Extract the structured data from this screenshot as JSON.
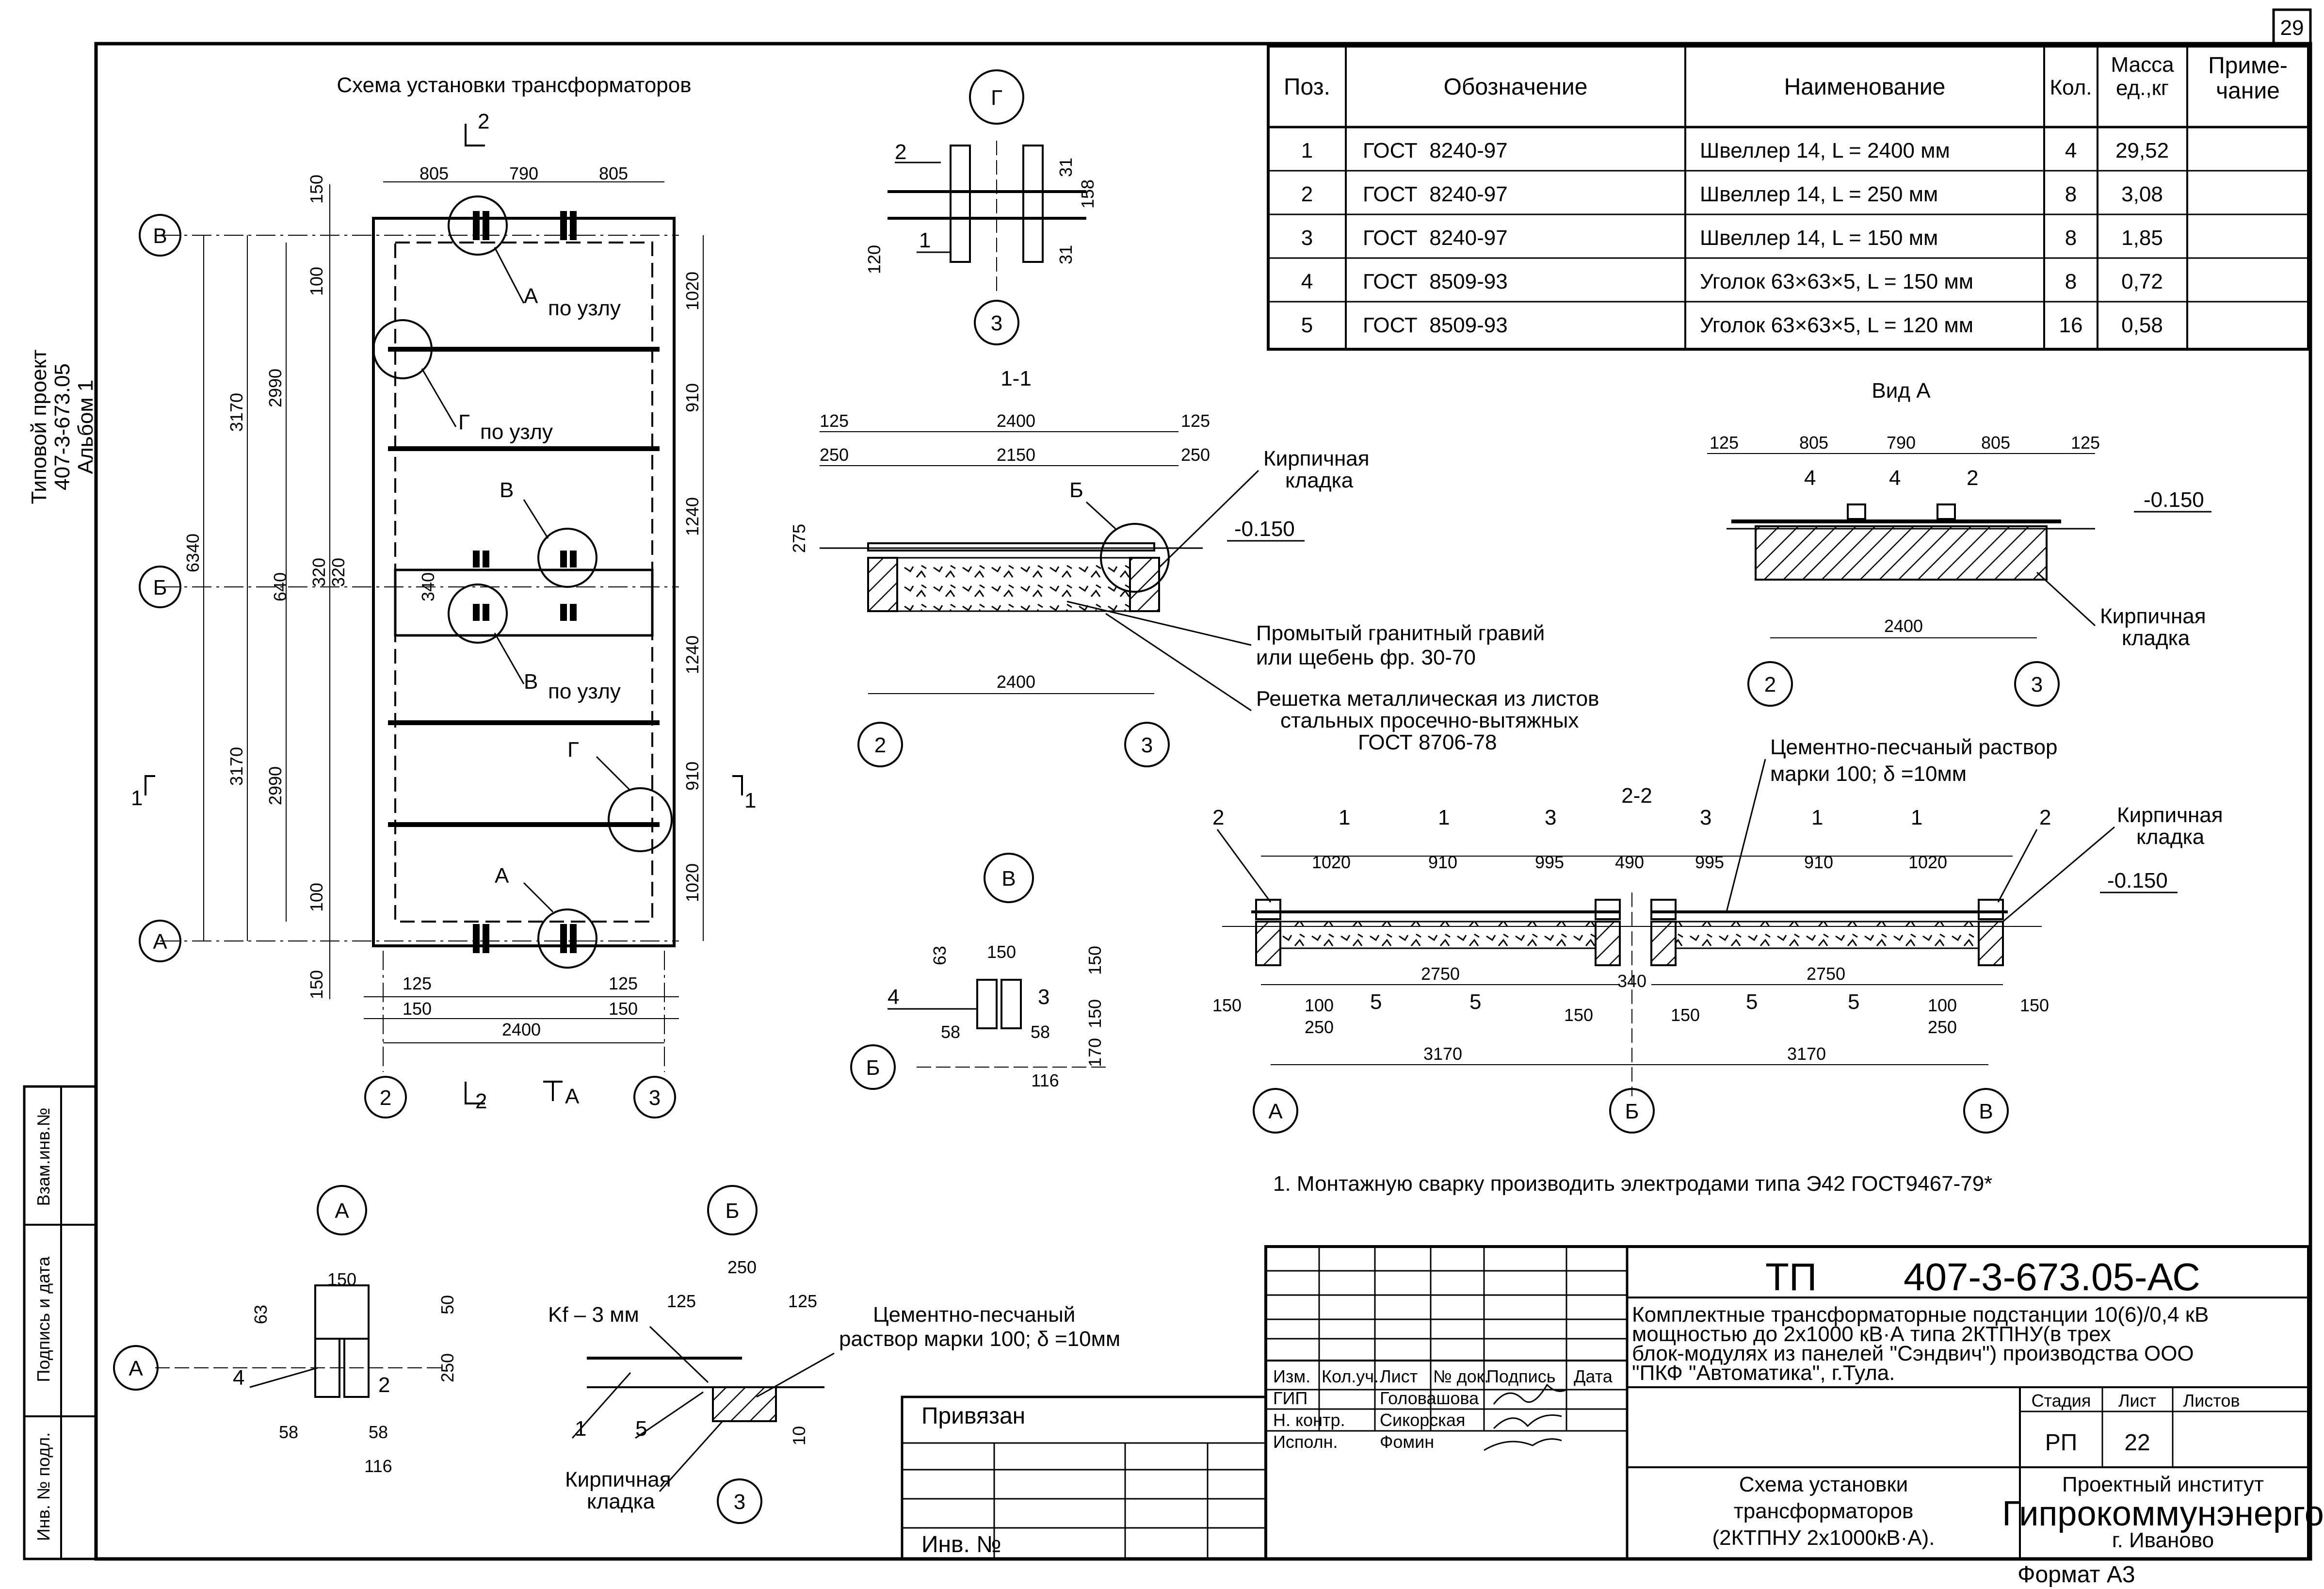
{
  "sheet_number": "29",
  "side_stamp": [
    "Типовой проект",
    "407-3-673.05",
    "Альбом 1"
  ],
  "left_strip": [
    "Взам.инв.№",
    "Подпись и дата",
    "Инв. № подл."
  ],
  "plan": {
    "title": "Схема установки трансформаторов",
    "section_marks": {
      "s2": "2",
      "s1": "1",
      "sA": "А"
    },
    "axes": [
      "В",
      "Б",
      "А",
      "2",
      "3"
    ],
    "top_dims": [
      "805",
      "790",
      "805"
    ],
    "left_dims": [
      "6340",
      "3170",
      "3170",
      "2990",
      "2990",
      "640",
      "150",
      "100",
      "100",
      "150",
      "320",
      "320",
      "340"
    ],
    "right_dims": [
      "1020",
      "910",
      "1240",
      "1240",
      "910",
      "1020"
    ],
    "bottom_dims": [
      "125",
      "150",
      "125",
      "150",
      "2400"
    ],
    "callouts": [
      {
        "mark": "А",
        "note": "по узлу"
      },
      {
        "mark": "Г",
        "note": "по узлу"
      },
      {
        "mark": "В",
        "note": ""
      },
      {
        "mark": "В",
        "note": "по узлу"
      },
      {
        "mark": "Г",
        "note": ""
      },
      {
        "mark": "А",
        "note": ""
      }
    ]
  },
  "node_g": {
    "label": "Г",
    "dims": [
      "31",
      "158",
      "31",
      "120"
    ],
    "pos": [
      "2",
      "1"
    ],
    "axis": "3"
  },
  "section_11": {
    "label": "1-1",
    "dims": [
      "125",
      "2400",
      "125",
      "250",
      "2150",
      "250",
      "275",
      "2400"
    ],
    "mark_b": "Б",
    "level": "-0.150",
    "labels": [
      "Кирпичная",
      "кладка",
      "Промытый гранитный гравий",
      "или щебень фр. 30-70",
      "Решетка металлическая из листов",
      "стальных просечно-вытяжных",
      "ГОСТ 8706-78"
    ],
    "axes": [
      "2",
      "3"
    ]
  },
  "node_v": {
    "label": "В",
    "dims": [
      "63",
      "150",
      "150",
      "150",
      "170",
      "58",
      "58",
      "116"
    ],
    "pos": [
      "4",
      "3"
    ],
    "axis": "Б"
  },
  "node_a": {
    "label": "А",
    "dims": [
      "150",
      "63",
      "50",
      "250",
      "58",
      "58",
      "116"
    ],
    "pos": [
      "4",
      "2"
    ],
    "axis": "А"
  },
  "node_b": {
    "label": "Б",
    "kf": "Kf – 3 мм",
    "dims": [
      "250",
      "125",
      "125",
      "10"
    ],
    "labels": [
      "Цементно-песчаный",
      "раствор марки 100; δ =10мм",
      "Кирпичная",
      "кладка"
    ],
    "pos": [
      "1",
      "5"
    ],
    "axis": "3"
  },
  "view_a": {
    "title": "Вид А",
    "dims": [
      "125",
      "805",
      "790",
      "805",
      "125",
      "2400"
    ],
    "pos": [
      "4",
      "4",
      "2"
    ],
    "level": "-0.150",
    "labels": [
      "Кирпичная",
      "кладка"
    ],
    "axes": [
      "2",
      "3"
    ]
  },
  "section_22": {
    "label": "2-2",
    "mortar": [
      "Цементно-песчаный раствор",
      "марки 100; δ =10мм"
    ],
    "brick": [
      "Кирпичная",
      "кладка"
    ],
    "level": "-0.150",
    "top_pos": [
      "2",
      "1",
      "1",
      "3",
      "3",
      "1",
      "1",
      "2"
    ],
    "top_dims": [
      "1020",
      "910",
      "995",
      "490",
      "995",
      "910",
      "1020"
    ],
    "bottom_pos": [
      "5",
      "5",
      "5",
      "5"
    ],
    "bottom_dims": [
      "2750",
      "2750",
      "150",
      "100",
      "250",
      "150",
      "340",
      "150",
      "100",
      "250",
      "150",
      "3170",
      "3170"
    ],
    "axes": [
      "А",
      "Б",
      "В"
    ]
  },
  "spec_table": {
    "headers": [
      "Поз.",
      "Обозначение",
      "Наименование",
      "Кол.",
      "Масса ед.,кг",
      "Приме- чание"
    ],
    "rows": [
      [
        "1",
        "ГОСТ  8240-97",
        "Швеллер 14, L = 2400 мм",
        "4",
        "29,52",
        ""
      ],
      [
        "2",
        "ГОСТ  8240-97",
        "Швеллер 14, L = 250 мм",
        "8",
        "3,08",
        ""
      ],
      [
        "3",
        "ГОСТ  8240-97",
        "Швеллер 14, L = 150 мм",
        "8",
        "1,85",
        ""
      ],
      [
        "4",
        "ГОСТ  8509-93",
        "Уголок 63×63×5, L = 150 мм",
        "8",
        "0,72",
        ""
      ],
      [
        "5",
        "ГОСТ  8509-93",
        "Уголок 63×63×5, L = 120 мм",
        "16",
        "0,58",
        ""
      ]
    ]
  },
  "note": "1. Монтажную сварку производить электродами типа Э42 ГОСТ9467-79*",
  "stamp": {
    "tp": "ТП",
    "code": "407-3-673.05-АС",
    "desc": [
      "Комплектные трансформаторные подстанции 10(6)/0,4 кВ",
      "мощностью до 2х1000 кВ·А типа 2КТПНУ(в трех",
      "блок-модулях из панелей \"Сэндвич\") производства ООО",
      "\"ПКФ \"Автоматика\", г.Тула."
    ],
    "cols": [
      "Изм.",
      "Кол.уч.",
      "Лист",
      "№ док.",
      "Подпись",
      "Дата"
    ],
    "roles": [
      "ГИП",
      "Н. контр.",
      "Исполн."
    ],
    "names": [
      "Головашова",
      "Сикорская",
      "Фомин"
    ],
    "stage_headers": [
      "Стадия",
      "Лист",
      "Листов"
    ],
    "stage": "РП",
    "sheet": "22",
    "sheets": "",
    "sheet_title": [
      "Схема установки",
      "трансформаторов",
      "(2КТПНУ 2х1000кВ·А)."
    ],
    "org": [
      "Проектный институт",
      "Гипрокоммунэнерго",
      "г. Иваново"
    ],
    "privyazan": "Привязан",
    "inv": "Инв. №",
    "format": "Формат А3"
  }
}
